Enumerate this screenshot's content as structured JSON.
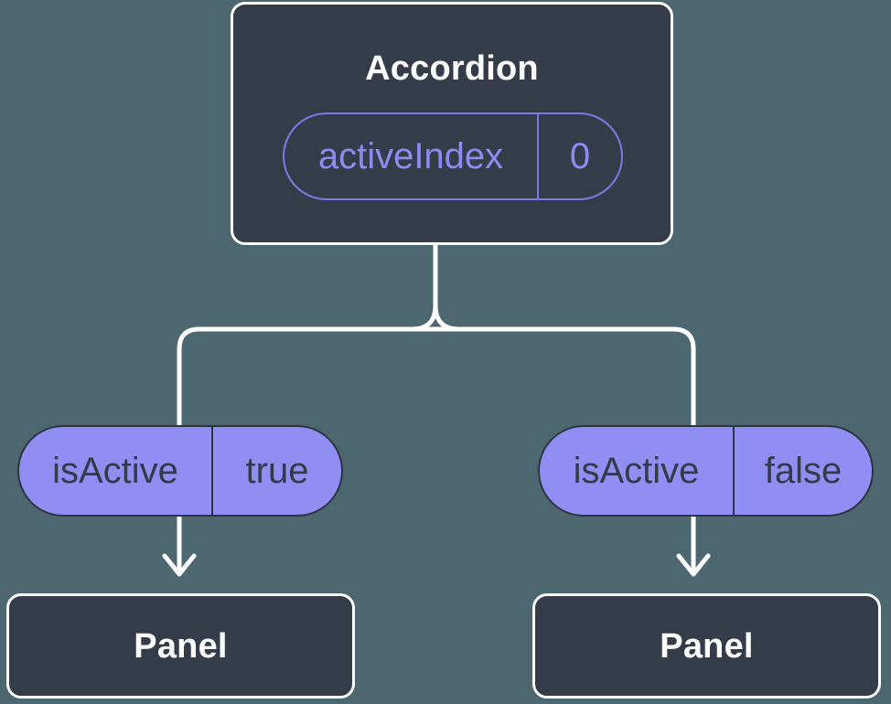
{
  "diagram": {
    "root": {
      "title": "Accordion",
      "state": {
        "name": "activeIndex",
        "value": "0"
      }
    },
    "children": [
      {
        "prop": {
          "name": "isActive",
          "value": "true"
        },
        "node": "Panel"
      },
      {
        "prop": {
          "name": "isActive",
          "value": "false"
        },
        "node": "Panel"
      }
    ]
  },
  "colors": {
    "bg": "#4d6770",
    "node": "#353c49",
    "white": "#ffffff",
    "pill": "#8f8ef2",
    "purple-border": "#7b7ae4",
    "purple-text": "#8d8bf2",
    "dark-text": "#343b48",
    "pill-outline": "#2f3540"
  }
}
